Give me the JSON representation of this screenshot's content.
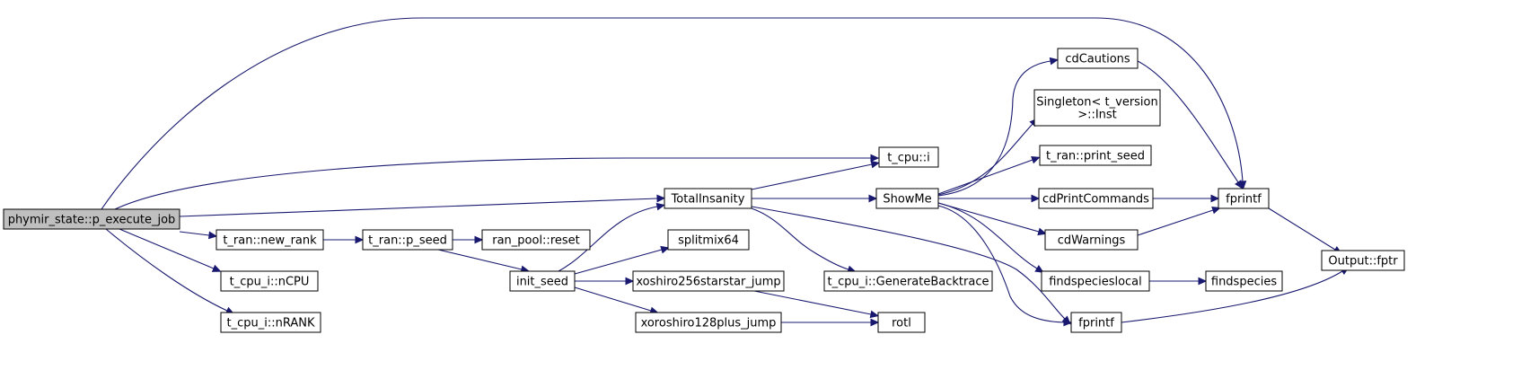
{
  "colors": {
    "edge": "#191970",
    "node_fill": "#ffffff",
    "root_fill": "#bfbfbf",
    "node_border": "#000000"
  },
  "graph": {
    "nodes": [
      {
        "id": "p_execute_job",
        "lines": [
          "phymir_state::p_execute_job"
        ],
        "root": true
      },
      {
        "id": "fprintf_top",
        "lines": [
          "fprintf"
        ]
      },
      {
        "id": "t_cpu_i",
        "lines": [
          "t_cpu::i"
        ]
      },
      {
        "id": "TotalInsanity",
        "lines": [
          "TotalInsanity"
        ]
      },
      {
        "id": "new_rank",
        "lines": [
          "t_ran::new_rank"
        ]
      },
      {
        "id": "nCPU",
        "lines": [
          "t_cpu_i::nCPU"
        ]
      },
      {
        "id": "nRANK",
        "lines": [
          "t_cpu_i::nRANK"
        ]
      },
      {
        "id": "p_seed",
        "lines": [
          "t_ran::p_seed"
        ]
      },
      {
        "id": "ran_pool_reset",
        "lines": [
          "ran_pool::reset"
        ]
      },
      {
        "id": "init_seed",
        "lines": [
          "init_seed"
        ]
      },
      {
        "id": "splitmix64",
        "lines": [
          "splitmix64"
        ]
      },
      {
        "id": "xoshiro_jump",
        "lines": [
          "xoshiro256starstar_jump"
        ]
      },
      {
        "id": "xoroshiro_jump",
        "lines": [
          "xoroshiro128plus_jump"
        ]
      },
      {
        "id": "rotl",
        "lines": [
          "rotl"
        ]
      },
      {
        "id": "ShowMe",
        "lines": [
          "ShowMe"
        ]
      },
      {
        "id": "GenerateBacktrace",
        "lines": [
          "t_cpu_i::GenerateBacktrace"
        ]
      },
      {
        "id": "fprintf_bottom",
        "lines": [
          "fprintf"
        ]
      },
      {
        "id": "cdCautions",
        "lines": [
          "cdCautions"
        ]
      },
      {
        "id": "Singleton",
        "lines": [
          "Singleton< t_version",
          ">::Inst"
        ]
      },
      {
        "id": "print_seed",
        "lines": [
          "t_ran::print_seed"
        ]
      },
      {
        "id": "cdPrintCommands",
        "lines": [
          "cdPrintCommands"
        ]
      },
      {
        "id": "cdWarnings",
        "lines": [
          "cdWarnings"
        ]
      },
      {
        "id": "findspecieslocal",
        "lines": [
          "findspecieslocal"
        ]
      },
      {
        "id": "findspecies",
        "lines": [
          "findspecies"
        ]
      },
      {
        "id": "Output_fptr",
        "lines": [
          "Output::fptr"
        ]
      }
    ],
    "edges": [
      {
        "from": "p_execute_job",
        "to": "fprintf_top"
      },
      {
        "from": "p_execute_job",
        "to": "t_cpu_i"
      },
      {
        "from": "p_execute_job",
        "to": "TotalInsanity"
      },
      {
        "from": "p_execute_job",
        "to": "new_rank"
      },
      {
        "from": "p_execute_job",
        "to": "nCPU"
      },
      {
        "from": "p_execute_job",
        "to": "nRANK"
      },
      {
        "from": "new_rank",
        "to": "p_seed"
      },
      {
        "from": "p_seed",
        "to": "ran_pool_reset"
      },
      {
        "from": "p_seed",
        "to": "init_seed"
      },
      {
        "from": "init_seed",
        "to": "TotalInsanity"
      },
      {
        "from": "init_seed",
        "to": "splitmix64"
      },
      {
        "from": "init_seed",
        "to": "xoshiro_jump"
      },
      {
        "from": "init_seed",
        "to": "xoroshiro_jump"
      },
      {
        "from": "xoshiro_jump",
        "to": "rotl"
      },
      {
        "from": "xoroshiro_jump",
        "to": "rotl"
      },
      {
        "from": "TotalInsanity",
        "to": "t_cpu_i"
      },
      {
        "from": "TotalInsanity",
        "to": "ShowMe"
      },
      {
        "from": "TotalInsanity",
        "to": "GenerateBacktrace"
      },
      {
        "from": "TotalInsanity",
        "to": "fprintf_bottom"
      },
      {
        "from": "ShowMe",
        "to": "cdCautions"
      },
      {
        "from": "ShowMe",
        "to": "Singleton"
      },
      {
        "from": "ShowMe",
        "to": "print_seed"
      },
      {
        "from": "ShowMe",
        "to": "cdPrintCommands"
      },
      {
        "from": "ShowMe",
        "to": "cdWarnings"
      },
      {
        "from": "ShowMe",
        "to": "findspecieslocal"
      },
      {
        "from": "ShowMe",
        "to": "fprintf_bottom"
      },
      {
        "from": "cdCautions",
        "to": "fprintf_top"
      },
      {
        "from": "cdPrintCommands",
        "to": "fprintf_top"
      },
      {
        "from": "cdWarnings",
        "to": "fprintf_top"
      },
      {
        "from": "findspecieslocal",
        "to": "findspecies"
      },
      {
        "from": "fprintf_top",
        "to": "Output_fptr"
      },
      {
        "from": "fprintf_bottom",
        "to": "Output_fptr"
      }
    ]
  }
}
